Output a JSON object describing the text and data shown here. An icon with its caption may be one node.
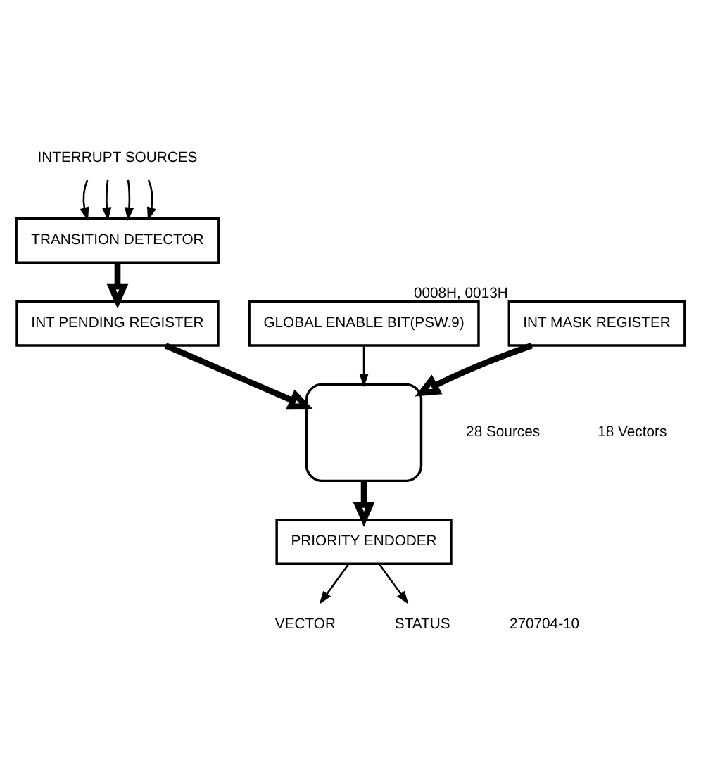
{
  "diagram": {
    "nodes": [
      {
        "text": [
          "INTERRUPT SOURCES"
        ]
      },
      {
        "text": [
          "TRANSITION DETECTOR"
        ]
      },
      {
        "text": [
          "GLOBAL ENABLE BIT(PSW.9)"
        ]
      },
      {
        "text": [
          "INT PENDING REGISTER"
        ]
      },
      {
        "text": [
          "INT MASK REGISTER"
        ],
        "beside": [
          "0008H, 0013H"
        ]
      },
      {
        "text": [],
        "shape": "gate"
      },
      {
        "text": [
          "PRIORITY ENDODER"
        ]
      },
      {
        "text": [
          "VECTOR"
        ]
      },
      {
        "text": [
          "STATUS"
        ]
      }
    ],
    "edges": [
      {
        "from": 0,
        "to": 1,
        "arrow": "to"
      },
      {
        "from": 0,
        "to": 1,
        "arrow": "to"
      },
      {
        "from": 0,
        "to": 1,
        "arrow": "to"
      },
      {
        "from": 0,
        "to": 1,
        "arrow": "to"
      },
      {
        "from": 1,
        "to": 3,
        "arrow": "to",
        "style": "thick"
      },
      {
        "from": 2,
        "to": 5,
        "arrow": "to"
      },
      {
        "from": 3,
        "to": 5,
        "arrow": "to",
        "style": "thick"
      },
      {
        "from": 4,
        "to": 5,
        "arrow": "to",
        "style": "thick"
      },
      {
        "from": 5,
        "to": 6,
        "arrow": "to",
        "style": "thick"
      },
      {
        "from": 6,
        "to": 7,
        "arrow": "to"
      },
      {
        "from": 6,
        "to": 8,
        "arrow": "to"
      }
    ],
    "labels": [
      "28 Sources",
      "18 Vectors",
      "270704-10"
    ]
  }
}
